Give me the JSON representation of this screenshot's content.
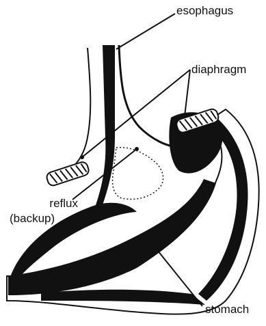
{
  "labels": {
    "esophagus": "esophagus",
    "diaphragm": "diaphragm",
    "reflux": "reflux",
    "backup": "(backup)",
    "stomach": "stomach"
  },
  "colors": {
    "ink": "#111111",
    "paper": "#ffffff"
  }
}
